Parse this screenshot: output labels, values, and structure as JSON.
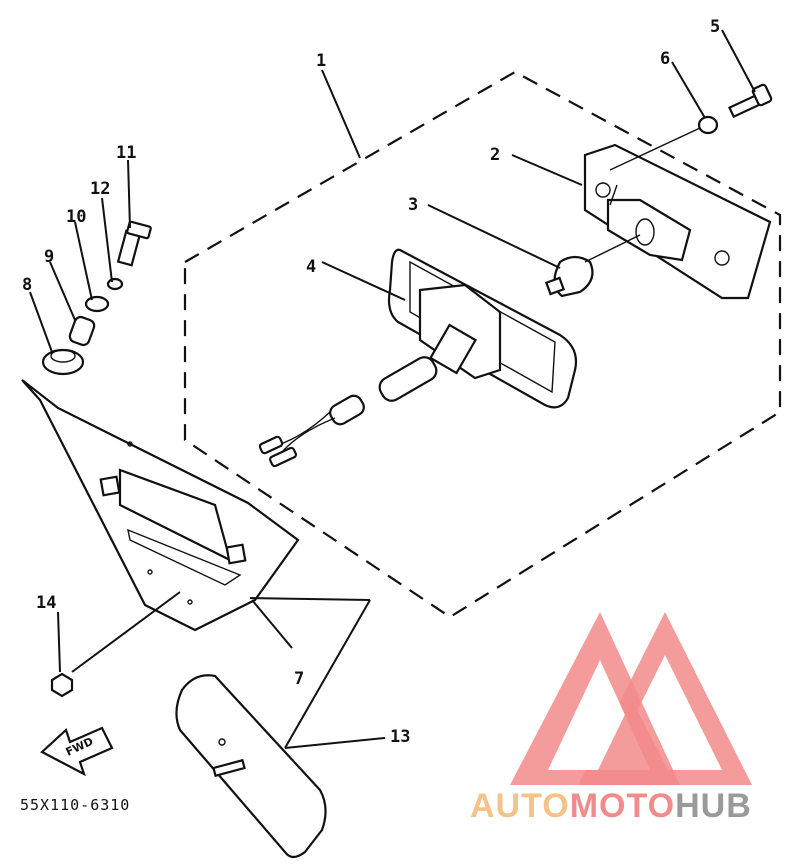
{
  "diagram": {
    "callouts": [
      "1",
      "2",
      "3",
      "4",
      "5",
      "6",
      "7",
      "8",
      "9",
      "10",
      "11",
      "12",
      "13",
      "14"
    ],
    "direction_label": "FWD",
    "part_code": "55X110-6310"
  },
  "watermark": {
    "text_parts": [
      "AUTO",
      "MOTO",
      "HUB"
    ],
    "colors": {
      "auto": "#f5c28a",
      "moto": "#f28b8b",
      "hub": "#9a9a9a",
      "logo": "#f28b8b"
    }
  }
}
